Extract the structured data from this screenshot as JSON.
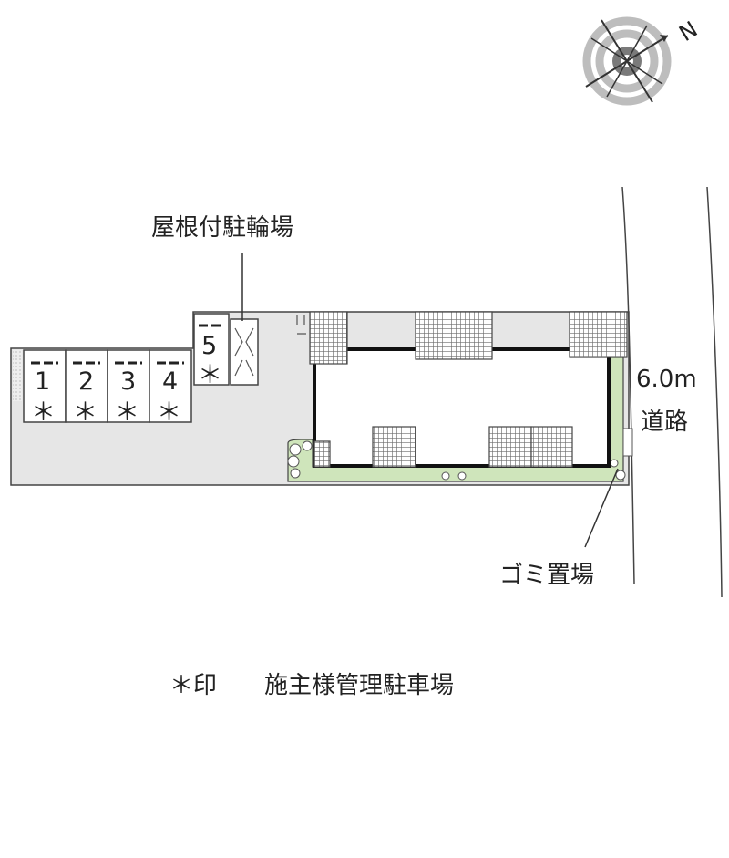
{
  "map": {
    "compass_label": "N",
    "bicycle_parking_label": "屋根付駐輪場",
    "road_width": "6.0m",
    "road_label": "道路",
    "garbage_label": "ゴミ置場",
    "parking_spaces": [
      {
        "number": "1",
        "mark": "＊"
      },
      {
        "number": "2",
        "mark": "＊"
      },
      {
        "number": "3",
        "mark": "＊"
      },
      {
        "number": "4",
        "mark": "＊"
      },
      {
        "number": "5",
        "mark": "＊"
      }
    ],
    "legend": {
      "mark": "＊印",
      "text": "施主様管理駐車場"
    }
  },
  "colors": {
    "lot_fill": "#e6e6e6",
    "building_outline": "#111111",
    "planting": "#cfe5bb",
    "balcony_hatch": "#7a7a7a"
  }
}
